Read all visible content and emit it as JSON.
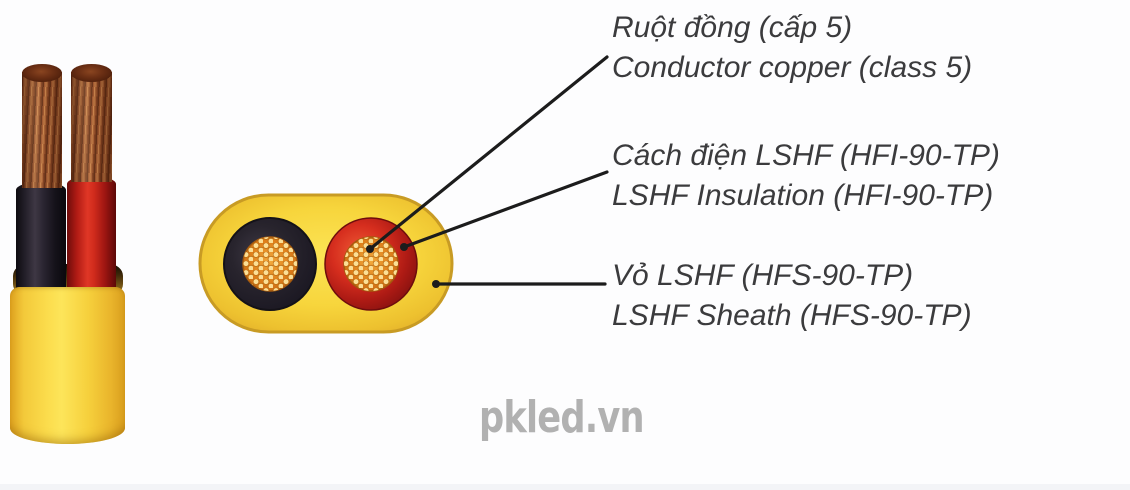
{
  "labels": [
    {
      "vi": "Ruột đồng (cấp 5)",
      "en": "Conductor copper (class 5)"
    },
    {
      "vi": "Cách điện LSHF (HFI-90-TP)",
      "en": "LSHF Insulation (HFI-90-TP)"
    },
    {
      "vi": "Vỏ LSHF (HFS-90-TP)",
      "en": "LSHF Sheath (HFS-90-TP)"
    }
  ],
  "watermark": {
    "text": "pkled.vn",
    "color": "#b1b1b1"
  },
  "colors": {
    "sheath_yellow": "#f7d53c",
    "sheath_edge": "#c89b24",
    "insulation_black": "#26232a",
    "insulation_red": "#c8271c",
    "copper_strand_base": "#dd7e1a",
    "copper_strand_dot": "#fcdf95",
    "copper_3d": "#9a512a",
    "leader_line": "#1c1c1c",
    "label_text": "#3b3b3d",
    "background": "#fdfdfe"
  }
}
